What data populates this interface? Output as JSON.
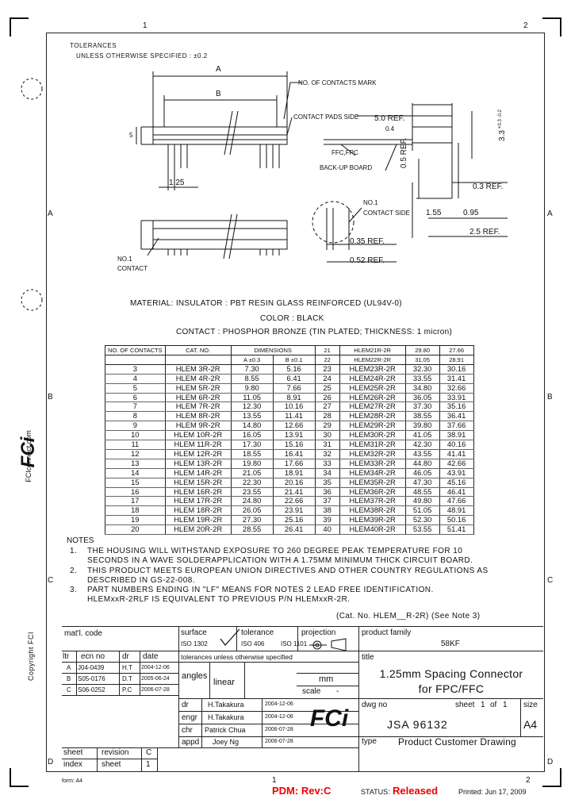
{
  "zones": {
    "top": [
      "1",
      "2"
    ],
    "bottom": [
      "1",
      "2"
    ],
    "left": [
      "A",
      "B",
      "C",
      "D"
    ],
    "right": [
      "A",
      "B",
      "C",
      "D"
    ]
  },
  "tolerances": {
    "title": "TOLERANCES",
    "line": "UNLESS OTHERWISE SPECIFIED : ±0.2"
  },
  "drawing_labels": {
    "A": "A",
    "B": "B",
    "dim_5": "5",
    "dim_125": "1.25",
    "no_contacts_mark": "NO. OF CONTACTS MARK",
    "contact_pads_side": "CONTACT PADS SIDE",
    "ref_5": "5.0 REF.",
    "ref_04": "0.4",
    "ffc_fpc": "FFC,FPC",
    "backup_board": "BACK-UP BOARD",
    "ref_05": "0.5 REF.",
    "no1_top": "NO.1",
    "contact_side": "CONTACT SIDE",
    "dim_155": "1.55",
    "dim_095": "0.95",
    "ref_25": "2.5 REF.",
    "ref_03": "0.3 REF.",
    "dim_33": "3.3",
    "tol_33": "+0.3 -0.2",
    "ref_035": "0.35 REF.",
    "ref_052": "0.52 REF.",
    "no1_bottom": "NO.1",
    "contact": "CONTACT"
  },
  "material": {
    "line1": "MATERIAL: INSULATOR : PBT RESIN GLASS REINFORCED (UL94V-0)",
    "line2": "COLOR : BLACK",
    "line3": "CONTACT : PHOSPHOR BRONZE (TIN PLATED;  THICKNESS: 1 micron)"
  },
  "table": {
    "h_contacts": "NO. OF CONTACTS",
    "h_cat": "CAT. NO.",
    "h_dimensions": "DIMENSIONS",
    "h_a": "A ±0.3",
    "h_b": "B ±0.1",
    "left": [
      [
        "3",
        "HLEM 3R-2R",
        "7.30",
        "5.16"
      ],
      [
        "4",
        "HLEM 4R-2R",
        "8.55",
        "6.41"
      ],
      [
        "5",
        "HLEM 5R-2R",
        "9.80",
        "7.66"
      ],
      [
        "6",
        "HLEM 6R-2R",
        "11.05",
        "8.91"
      ],
      [
        "7",
        "HLEM 7R-2R",
        "12.30",
        "10.16"
      ],
      [
        "8",
        "HLEM 8R-2R",
        "13.55",
        "11.41"
      ],
      [
        "9",
        "HLEM 9R-2R",
        "14.80",
        "12.66"
      ],
      [
        "10",
        "HLEM 10R-2R",
        "16.05",
        "13.91"
      ],
      [
        "11",
        "HLEM 11R-2R",
        "17.30",
        "15.16"
      ],
      [
        "12",
        "HLEM 12R-2R",
        "18.55",
        "16.41"
      ],
      [
        "13",
        "HLEM 13R-2R",
        "19.80",
        "17.66"
      ],
      [
        "14",
        "HLEM 14R-2R",
        "21.05",
        "18.91"
      ],
      [
        "15",
        "HLEM 15R-2R",
        "22.30",
        "20.16"
      ],
      [
        "16",
        "HLEM 16R-2R",
        "23.55",
        "21.41"
      ],
      [
        "17",
        "HLEM 17R-2R",
        "24.80",
        "22.66"
      ],
      [
        "18",
        "HLEM 18R-2R",
        "26.05",
        "23.91"
      ],
      [
        "19",
        "HLEM 19R-2R",
        "27.30",
        "25.16"
      ],
      [
        "20",
        "HLEM 20R-2R",
        "28.55",
        "26.41"
      ]
    ],
    "right": [
      [
        "21",
        "HLEM21R-2R",
        "29.80",
        "27.66"
      ],
      [
        "22",
        "HLEM22R-2R",
        "31.05",
        "28.91"
      ],
      [
        "23",
        "HLEM23R-2R",
        "32.30",
        "30.16"
      ],
      [
        "24",
        "HLEM24R-2R",
        "33.55",
        "31.41"
      ],
      [
        "25",
        "HLEM25R-2R",
        "34.80",
        "32.66"
      ],
      [
        "26",
        "HLEM26R-2R",
        "36.05",
        "33.91"
      ],
      [
        "27",
        "HLEM27R-2R",
        "37.30",
        "35.16"
      ],
      [
        "28",
        "HLEM28R-2R",
        "38.55",
        "36.41"
      ],
      [
        "29",
        "HLEM29R-2R",
        "39.80",
        "37.66"
      ],
      [
        "30",
        "HLEM30R-2R",
        "41.05",
        "38.91"
      ],
      [
        "31",
        "HLEM31R-2R",
        "42.30",
        "40.16"
      ],
      [
        "32",
        "HLEM32R-2R",
        "43.55",
        "41.41"
      ],
      [
        "33",
        "HLEM33R-2R",
        "44.80",
        "42.66"
      ],
      [
        "34",
        "HLEM34R-2R",
        "46.05",
        "43.91"
      ],
      [
        "35",
        "HLEM35R-2R",
        "47.30",
        "45.16"
      ],
      [
        "36",
        "HLEM36R-2R",
        "48.55",
        "46.41"
      ],
      [
        "37",
        "HLEM37R-2R",
        "49.80",
        "47.66"
      ],
      [
        "38",
        "HLEM38R-2R",
        "51.05",
        "48.91"
      ],
      [
        "39",
        "HLEM39R-2R",
        "52.30",
        "50.16"
      ],
      [
        "40",
        "HLEM40R-2R",
        "53.55",
        "51.41"
      ]
    ]
  },
  "notes": {
    "title": "NOTES",
    "items": [
      {
        "num": "1.",
        "lines": [
          "THE HOUSING WILL WITHSTAND EXPOSURE TO 260 DEGREE PEAK TEMPERATURE FOR 10",
          "SECONDS IN A WAVE SOLDERAPPLICATION WITH A 1.75MM MINIMUM THICK CIRCUIT BOARD."
        ]
      },
      {
        "num": "2.",
        "lines": [
          "THIS PRODUCT MEETS EUROPEAN UNION DIRECTIVES AND OTHER COUNTRY REGULATIONS AS",
          "DESCRIBED IN GS-22-008."
        ]
      },
      {
        "num": "3.",
        "lines": [
          "PART NUMBERS ENDING IN \"LF\" MEANS FOR NOTES 2 LEAD FREE IDENTIFICATION.",
          "HLEMxxR-2RLF IS EQUIVALENT TO PREVIOUS P/N HLEMxxR-2R."
        ]
      }
    ],
    "cat_note": "(Cat. No. HLEM__R-2R) (See Note 3)"
  },
  "side": {
    "website": "FCIconnect.com",
    "logo": "FCi",
    "copyright": "Copyright FCI"
  },
  "titleblock": {
    "matl_code": "mat'l. code",
    "surface": "surface",
    "iso1302": "ISO 1302",
    "tolerance": "tolerance",
    "iso406": "ISO 406",
    "iso1101": "ISO 1101",
    "projection": "projection",
    "product_family": "product family",
    "family_value": "58KF",
    "rev_headers": [
      "ltr",
      "ecn no",
      "dr",
      "date"
    ],
    "revisions": [
      [
        "A",
        "J04-0439",
        "H.T",
        "2004-12-06"
      ],
      [
        "B",
        "S05-0176",
        "D.T",
        "2005-06-24"
      ],
      [
        "C",
        "S06-0252",
        "P.C",
        "2006-07-28"
      ]
    ],
    "tol_unless": "tolerances unless otherwise specified",
    "angles": "angles",
    "linear": "linear",
    "units": "mm",
    "scale": "scale",
    "scale_value": "-",
    "title_lbl": "title",
    "title_line1": "1.25mm Spacing Connector",
    "title_line2": "for FPC/FFC",
    "approvals": [
      [
        "dr",
        "H.Takakura",
        "2004-12-06"
      ],
      [
        "engr",
        "H.Takakura",
        "2004-12-06"
      ],
      [
        "chr",
        "Patrick Chua",
        "2006-07-28"
      ],
      [
        "appd",
        "Joey Ng",
        "2006-07-28"
      ]
    ],
    "dwg_no": "dwg no",
    "dwg_value": "JSA 96132",
    "sheet_lbl": "sheet",
    "sheet_value": "1",
    "of_lbl": "of",
    "of_value": "1",
    "size_lbl": "size",
    "size_value": "A4",
    "type_lbl": "type",
    "type_value": "Product Customer Drawing",
    "sheet_index": [
      "sheet",
      "index"
    ],
    "revision": "revision",
    "revision_value": "C",
    "sheet_num": "sheet",
    "sheet_num_value": "1"
  },
  "footer": {
    "form": "form: A4",
    "pdm": "PDM: Rev:C",
    "status_lbl": "STATUS:",
    "status_value": "Released",
    "printed": "Printed: Jun 17, 2009"
  }
}
